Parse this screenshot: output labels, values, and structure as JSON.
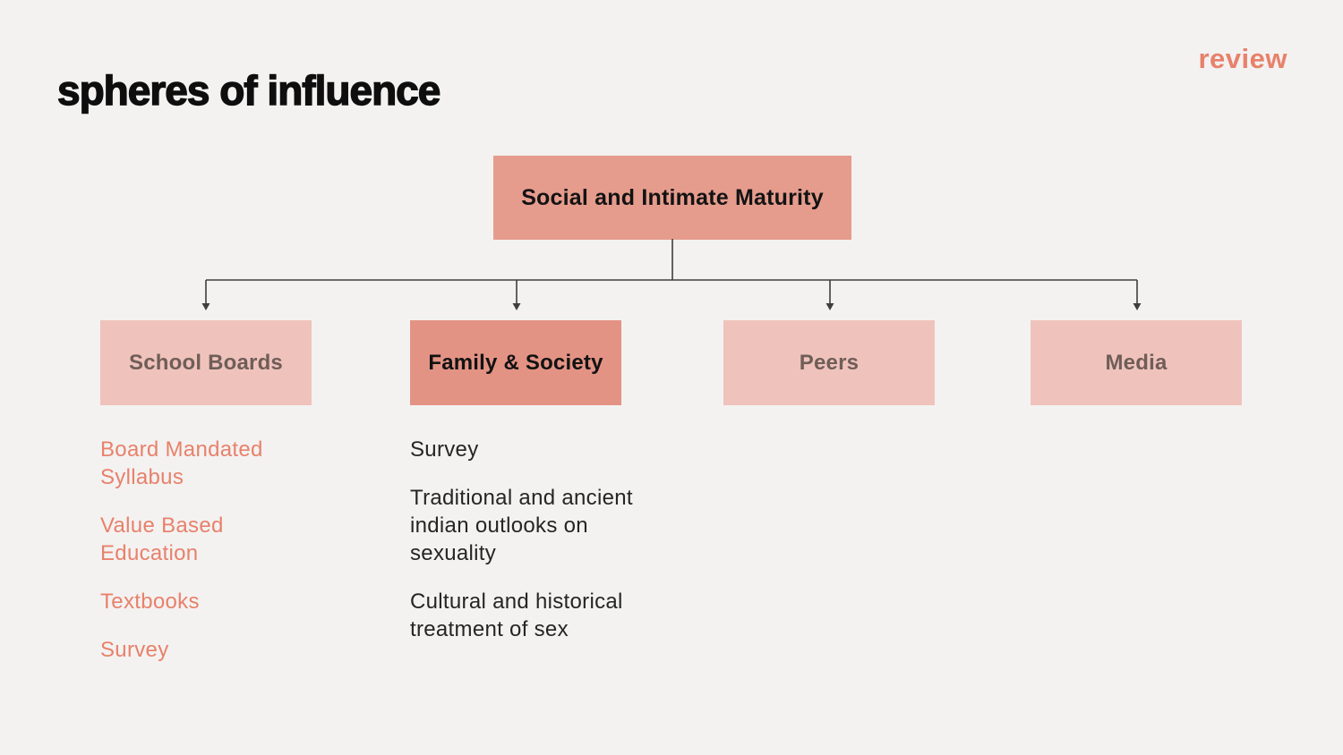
{
  "slide": {
    "badge": "review",
    "title": "spheres of influence"
  },
  "diagram": {
    "root": {
      "label": "Social and Intimate Maturity"
    },
    "branches": [
      {
        "label": "School Boards",
        "emphasized": false,
        "items": [
          "Board Mandated Syllabus",
          "Value Based Education",
          "Textbooks",
          "Survey"
        ]
      },
      {
        "label": "Family & Society",
        "emphasized": true,
        "items": [
          "Survey",
          "Traditional and ancient indian outlooks on sexuality",
          "Cultural and historical treatment of sex"
        ]
      },
      {
        "label": "Peers",
        "emphasized": false,
        "items": []
      },
      {
        "label": "Media",
        "emphasized": false,
        "items": []
      }
    ]
  },
  "colors": {
    "background": "#F3F2F1",
    "accent": "#E8816B",
    "box_strong": "#E69C8D",
    "box_emphasis": "#E39384",
    "box_light": "#EFC3BC",
    "muted_label": "#705D58",
    "line": "#3E3E3E",
    "text_dark": "#1D1D1D"
  }
}
